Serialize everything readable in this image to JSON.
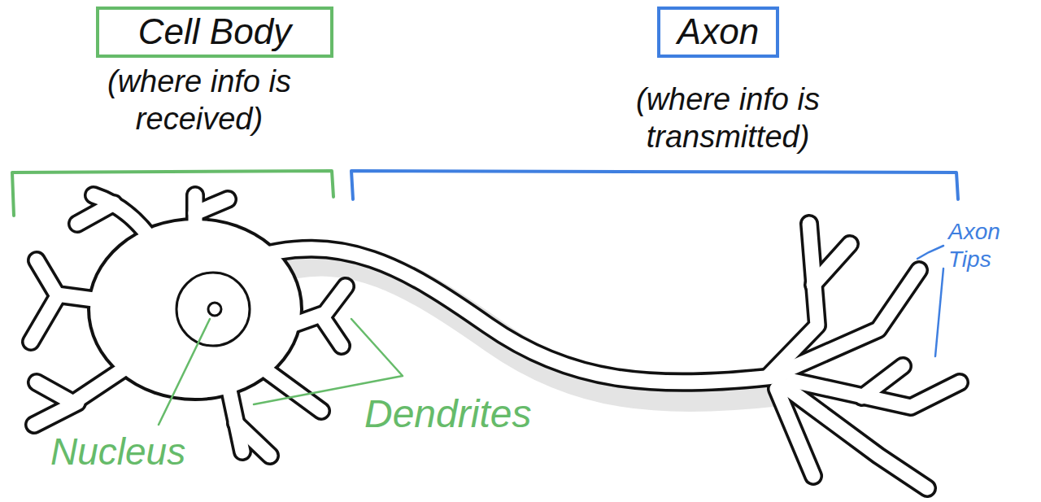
{
  "diagram": {
    "nodes": [
      {
        "text": [
          "Cell Body"
        ]
      },
      {
        "text": [
          "Axon"
        ]
      }
    ],
    "labels": [
      "(where info is received)",
      "(where info is transmitted)",
      "Dendrites",
      "Nucleus",
      "Axon Tips"
    ]
  }
}
